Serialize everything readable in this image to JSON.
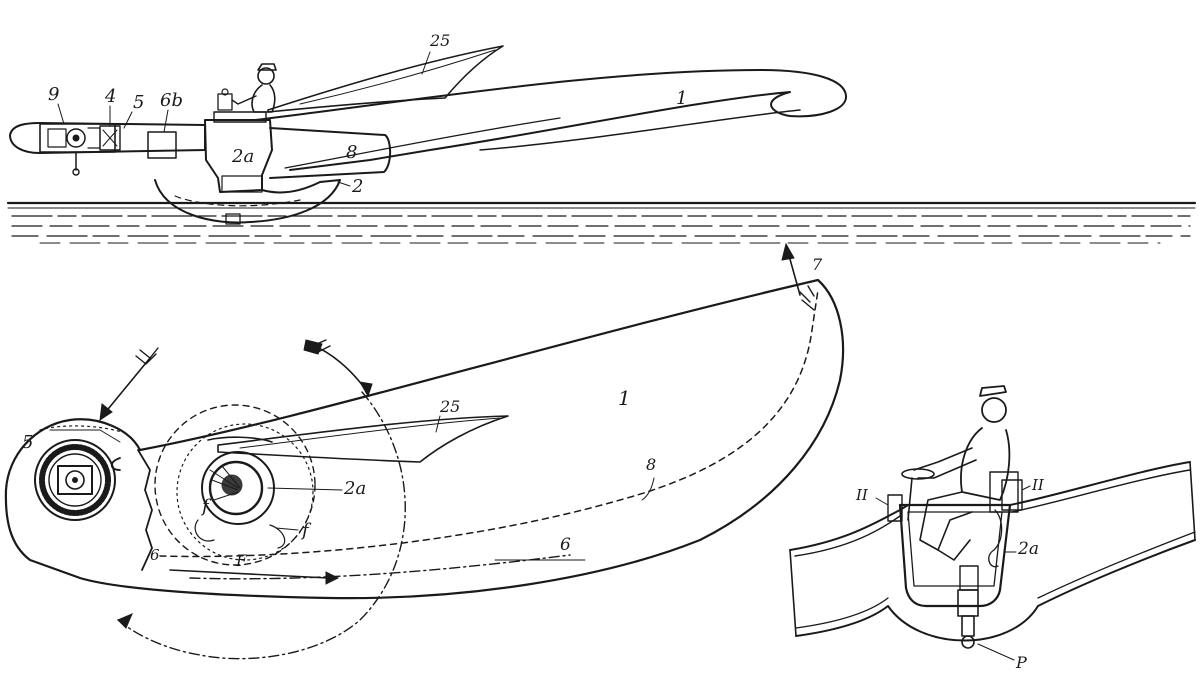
{
  "figure_top": {
    "labels": {
      "wing": "1",
      "blade": "25",
      "pod": "2",
      "cockpit": "2a",
      "spar": "8",
      "engine": "9",
      "gear": "4",
      "part5": "5",
      "part6b": "6b"
    }
  },
  "figure_plan": {
    "labels": {
      "wing": "1",
      "blade": "25",
      "cockpit": "2a",
      "spar": "8",
      "rod": "6",
      "tip": "7",
      "ring_left": "f",
      "ring_right": "f",
      "force": "F",
      "hub": "5",
      "root": "6"
    }
  },
  "figure_detail": {
    "labels": {
      "cockpit": "2a",
      "bracket_left": "II",
      "bracket_right": "II",
      "pivot": "P"
    }
  },
  "icons": [
    "arrow-up-icon",
    "feathered-arrow-icon",
    "rotation-arc-icon"
  ]
}
